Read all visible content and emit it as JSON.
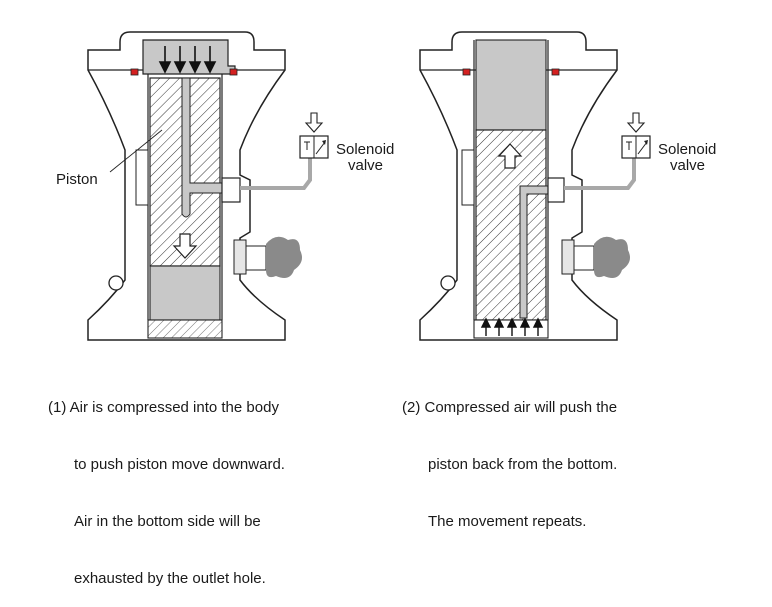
{
  "labels": {
    "piston": "Piston",
    "solenoid_left_1": "Solenoid",
    "solenoid_left_2": "valve",
    "solenoid_right_1": "Solenoid",
    "solenoid_right_2": "valve"
  },
  "captions": {
    "left": [
      "(1) Air is compressed into the body",
      "to push piston move downward.",
      "Air in the bottom side will be",
      "exhausted by the outlet hole."
    ],
    "right": [
      "(2) Compressed air will push the",
      "piston back from the bottom.",
      "The movement repeats."
    ]
  },
  "colors": {
    "outline": "#222222",
    "air_fill": "#c8c8c8",
    "body_fill": "#ffffff",
    "seal_red": "#d42020",
    "tube_gray": "#a8a8a8"
  },
  "icons": {
    "solenoid": "solenoid-valve-icon",
    "arrow_down": "hollow-arrow-down-icon",
    "arrow_up": "hollow-arrow-up-icon"
  }
}
